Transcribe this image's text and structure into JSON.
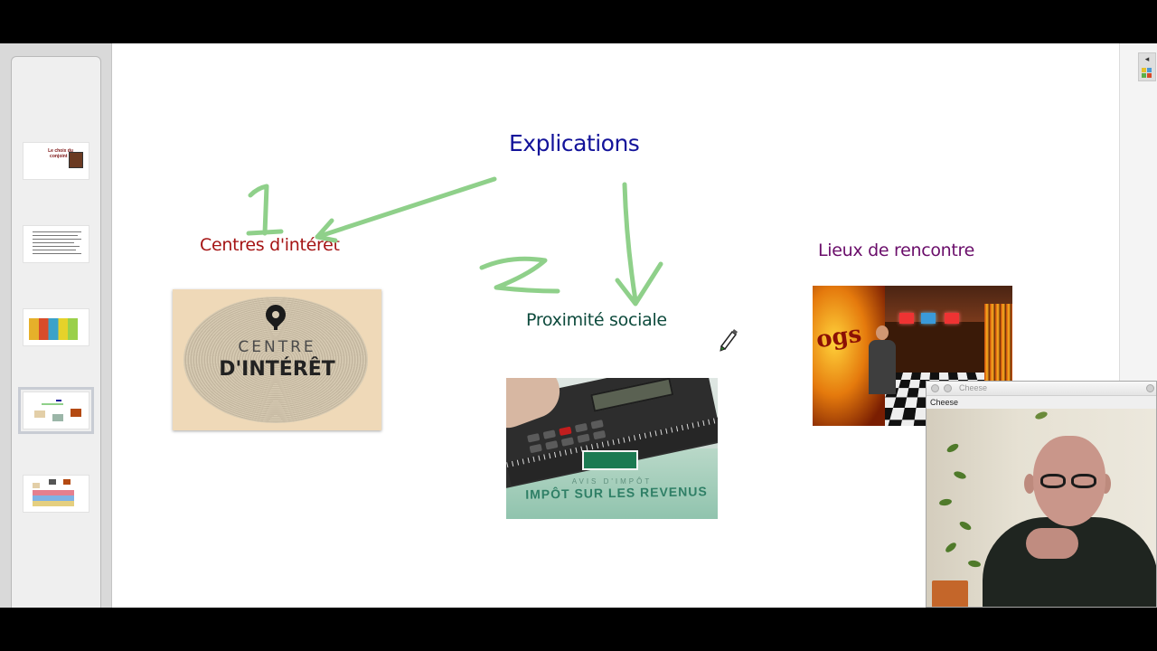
{
  "canvas": {
    "labels": {
      "explications": "Explications",
      "centres": "Centres d'intérêt",
      "proximite": "Proximité sociale",
      "lieux": "Lieux de rencontre"
    },
    "images": {
      "centre_line1": "CENTRE",
      "centre_line2": "D'INTÉRÊT",
      "impot_avis": "AVIS D'IMPÔT",
      "impot_title": "IMPÔT SUR LES REVENUS",
      "bar_sign": "ogs"
    },
    "annotations": {
      "number_one": "1",
      "number_two": "2",
      "ink_color": "#8fd08a"
    }
  },
  "sorter": {
    "thumbnails": [
      {
        "title": "Le choix du conjoint ?"
      },
      {
        "title": ""
      },
      {
        "title": ""
      },
      {
        "title": "",
        "active": true
      },
      {
        "title": ""
      }
    ]
  },
  "cheese": {
    "window_title": "Cheese",
    "menu_label": "Cheese"
  },
  "colors": {
    "explications": "#13139a",
    "centres": "#a51414",
    "proximite": "#0d4a3c",
    "lieux": "#6a0d6a"
  }
}
